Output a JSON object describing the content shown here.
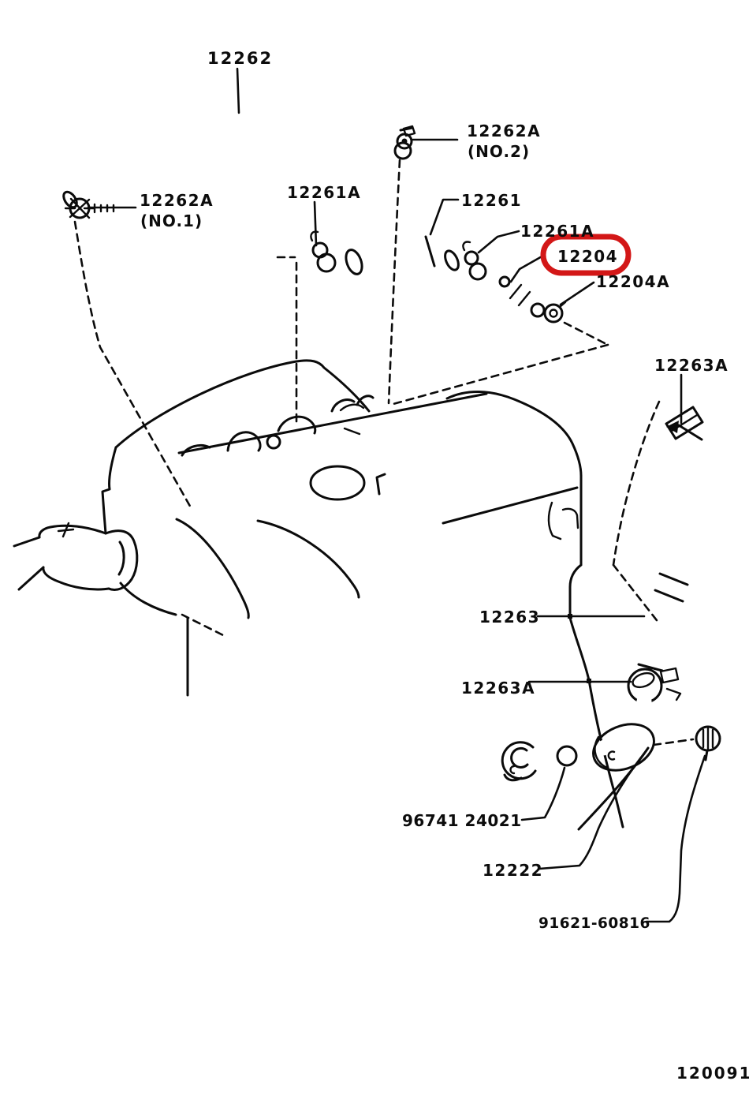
{
  "diagram": {
    "code": "120091",
    "highlight": {
      "color": "#d31717",
      "part": "12204"
    },
    "parts": [
      {
        "id": "12262",
        "label": "12262"
      },
      {
        "id": "12262A-no2",
        "label": "12262A",
        "sublabel": "(NO.2)"
      },
      {
        "id": "12262A-no1",
        "label": "12262A",
        "sublabel": "(NO.1)"
      },
      {
        "id": "12261A-upper",
        "label": "12261A"
      },
      {
        "id": "12261",
        "label": "12261"
      },
      {
        "id": "12261A-lower",
        "label": "12261A"
      },
      {
        "id": "12204",
        "label": "12204"
      },
      {
        "id": "12204A",
        "label": "12204A"
      },
      {
        "id": "12263A-upper",
        "label": "12263A"
      },
      {
        "id": "12263",
        "label": "12263"
      },
      {
        "id": "12263A-lower",
        "label": "12263A"
      },
      {
        "id": "96741-24021",
        "label": "96741 24021"
      },
      {
        "id": "12222",
        "label": "12222"
      },
      {
        "id": "91621-60816",
        "label": "91621-60816"
      }
    ]
  }
}
